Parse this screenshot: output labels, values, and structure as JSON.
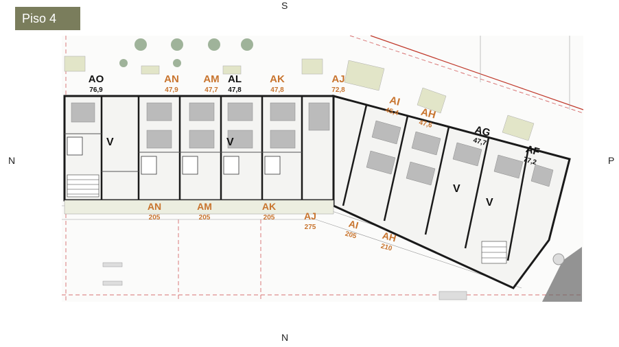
{
  "floor_label": "Piso 4",
  "compass": {
    "top": "S",
    "bottom": "N",
    "left": "N",
    "right": "P"
  },
  "units_top": [
    {
      "code": "AO",
      "area": "76,9",
      "color": "black"
    },
    {
      "code": "AN",
      "area": "47,9",
      "color": "orange"
    },
    {
      "code": "AM",
      "area": "47,7",
      "color": "orange"
    },
    {
      "code": "AL",
      "area": "47,8",
      "color": "black"
    },
    {
      "code": "AK",
      "area": "47,8",
      "color": "orange"
    },
    {
      "code": "AJ",
      "area": "72,8",
      "color": "orange"
    },
    {
      "code": "AI",
      "area": "45,4",
      "color": "orange"
    },
    {
      "code": "AH",
      "area": "47,6",
      "color": "orange"
    },
    {
      "code": "AG",
      "area": "47,7",
      "color": "black"
    },
    {
      "code": "AF",
      "area": "77,2",
      "color": "black"
    }
  ],
  "units_bottom": [
    {
      "code": "AN",
      "area": "205"
    },
    {
      "code": "AM",
      "area": "205"
    },
    {
      "code": "AK",
      "area": "205"
    },
    {
      "code": "AJ",
      "area": "275"
    },
    {
      "code": "AI",
      "area": "205"
    },
    {
      "code": "AH",
      "area": "210"
    }
  ],
  "view_marker": "V",
  "colors": {
    "badge": "#7a7d5c",
    "orange": "#c8742e",
    "wall": "#1a1a1a",
    "green": "#dfe3c4",
    "red_line": "#c0392b"
  }
}
